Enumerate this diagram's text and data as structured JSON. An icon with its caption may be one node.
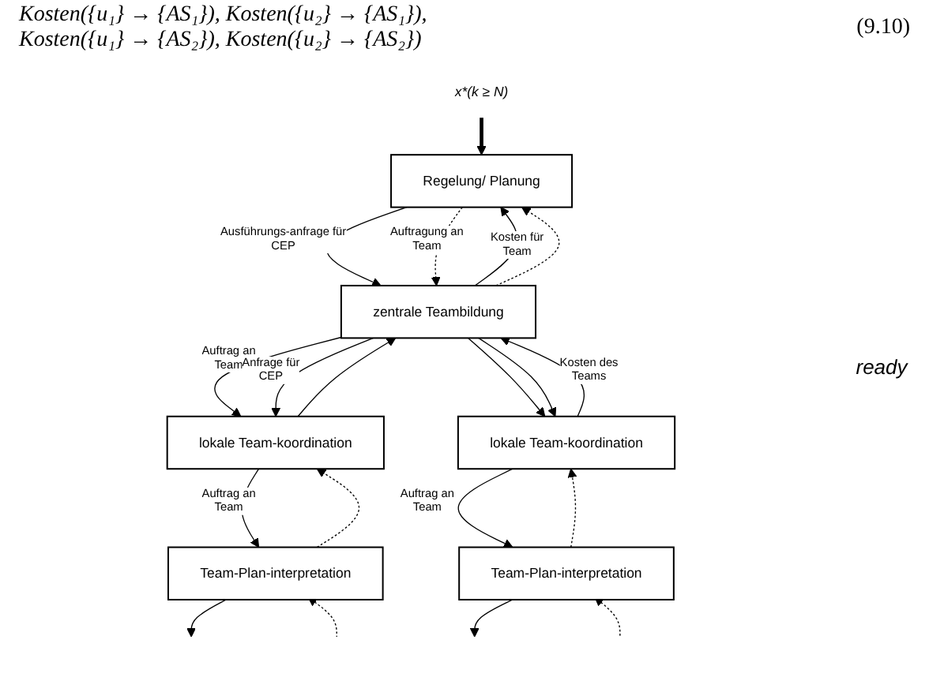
{
  "diagram": {
    "nodes": [
      {
        "text": [
          "Regelung/ Planung"
        ]
      },
      {
        "text": [
          "zentrale Teambildung"
        ]
      },
      {
        "text": [
          "lokale Team-koordination"
        ]
      },
      {
        "text": [
          "lokale Team-koordination"
        ]
      },
      {
        "text": [
          "Team-Plan-interpretation"
        ]
      },
      {
        "text": [
          "Team-Plan-interpretation"
        ]
      },
      {
        "text": [
          "x*(k ≥ N)"
        ]
      }
    ],
    "edges": [
      {
        "from": 6,
        "to": 0,
        "arrow": "to",
        "style": "thick"
      },
      {
        "from": 0,
        "to": 1,
        "arrow": "to",
        "label": "Ausführungs-anfrage für CEP"
      },
      {
        "from": 1,
        "to": 0,
        "arrow": "to",
        "label": "Kosten für Team"
      },
      {
        "from": 0,
        "to": 1,
        "arrow": "to",
        "label": "Auftragung an Team",
        "style": "dashed"
      },
      {
        "from": 1,
        "to": 0,
        "arrow": "to",
        "style": "dashed"
      },
      {
        "from": 1,
        "to": 2,
        "arrow": "to",
        "label": "Auftrag an Team"
      },
      {
        "from": 2,
        "to": 1,
        "arrow": "to"
      },
      {
        "from": 1,
        "to": 2,
        "arrow": "to",
        "label": "Anfrage für CEP"
      },
      {
        "from": 1,
        "to": 3,
        "arrow": "to"
      },
      {
        "from": 1,
        "to": 3,
        "arrow": "to"
      },
      {
        "from": 3,
        "to": 1,
        "arrow": "to",
        "label": "Kosten des Teams"
      },
      {
        "from": 2,
        "to": 4,
        "arrow": "to",
        "label": "Auftrag an Team"
      },
      {
        "from": 4,
        "to": 2,
        "arrow": "to",
        "style": "dashed"
      },
      {
        "from": 5,
        "to": 3,
        "arrow": "to",
        "style": "dashed"
      },
      {
        "from": 3,
        "to": 5,
        "arrow": "to",
        "label": "Auftrag an Team"
      },
      {
        "from": 4,
        "to": null,
        "arrow": "to"
      },
      {
        "from": null,
        "to": 4,
        "arrow": "to",
        "style": "dashed"
      },
      {
        "from": 5,
        "to": null,
        "arrow": "to"
      },
      {
        "from": null,
        "to": 5,
        "arrow": "to",
        "style": "dashed"
      }
    ],
    "labels": [
      "Kosten({u₁} → {AS₁}), Kosten({u₂} → {AS₁}),",
      "Kosten({u₁} → {AS₂}), Kosten({u₂} → {AS₂})",
      "(9.10)",
      "ready"
    ]
  }
}
